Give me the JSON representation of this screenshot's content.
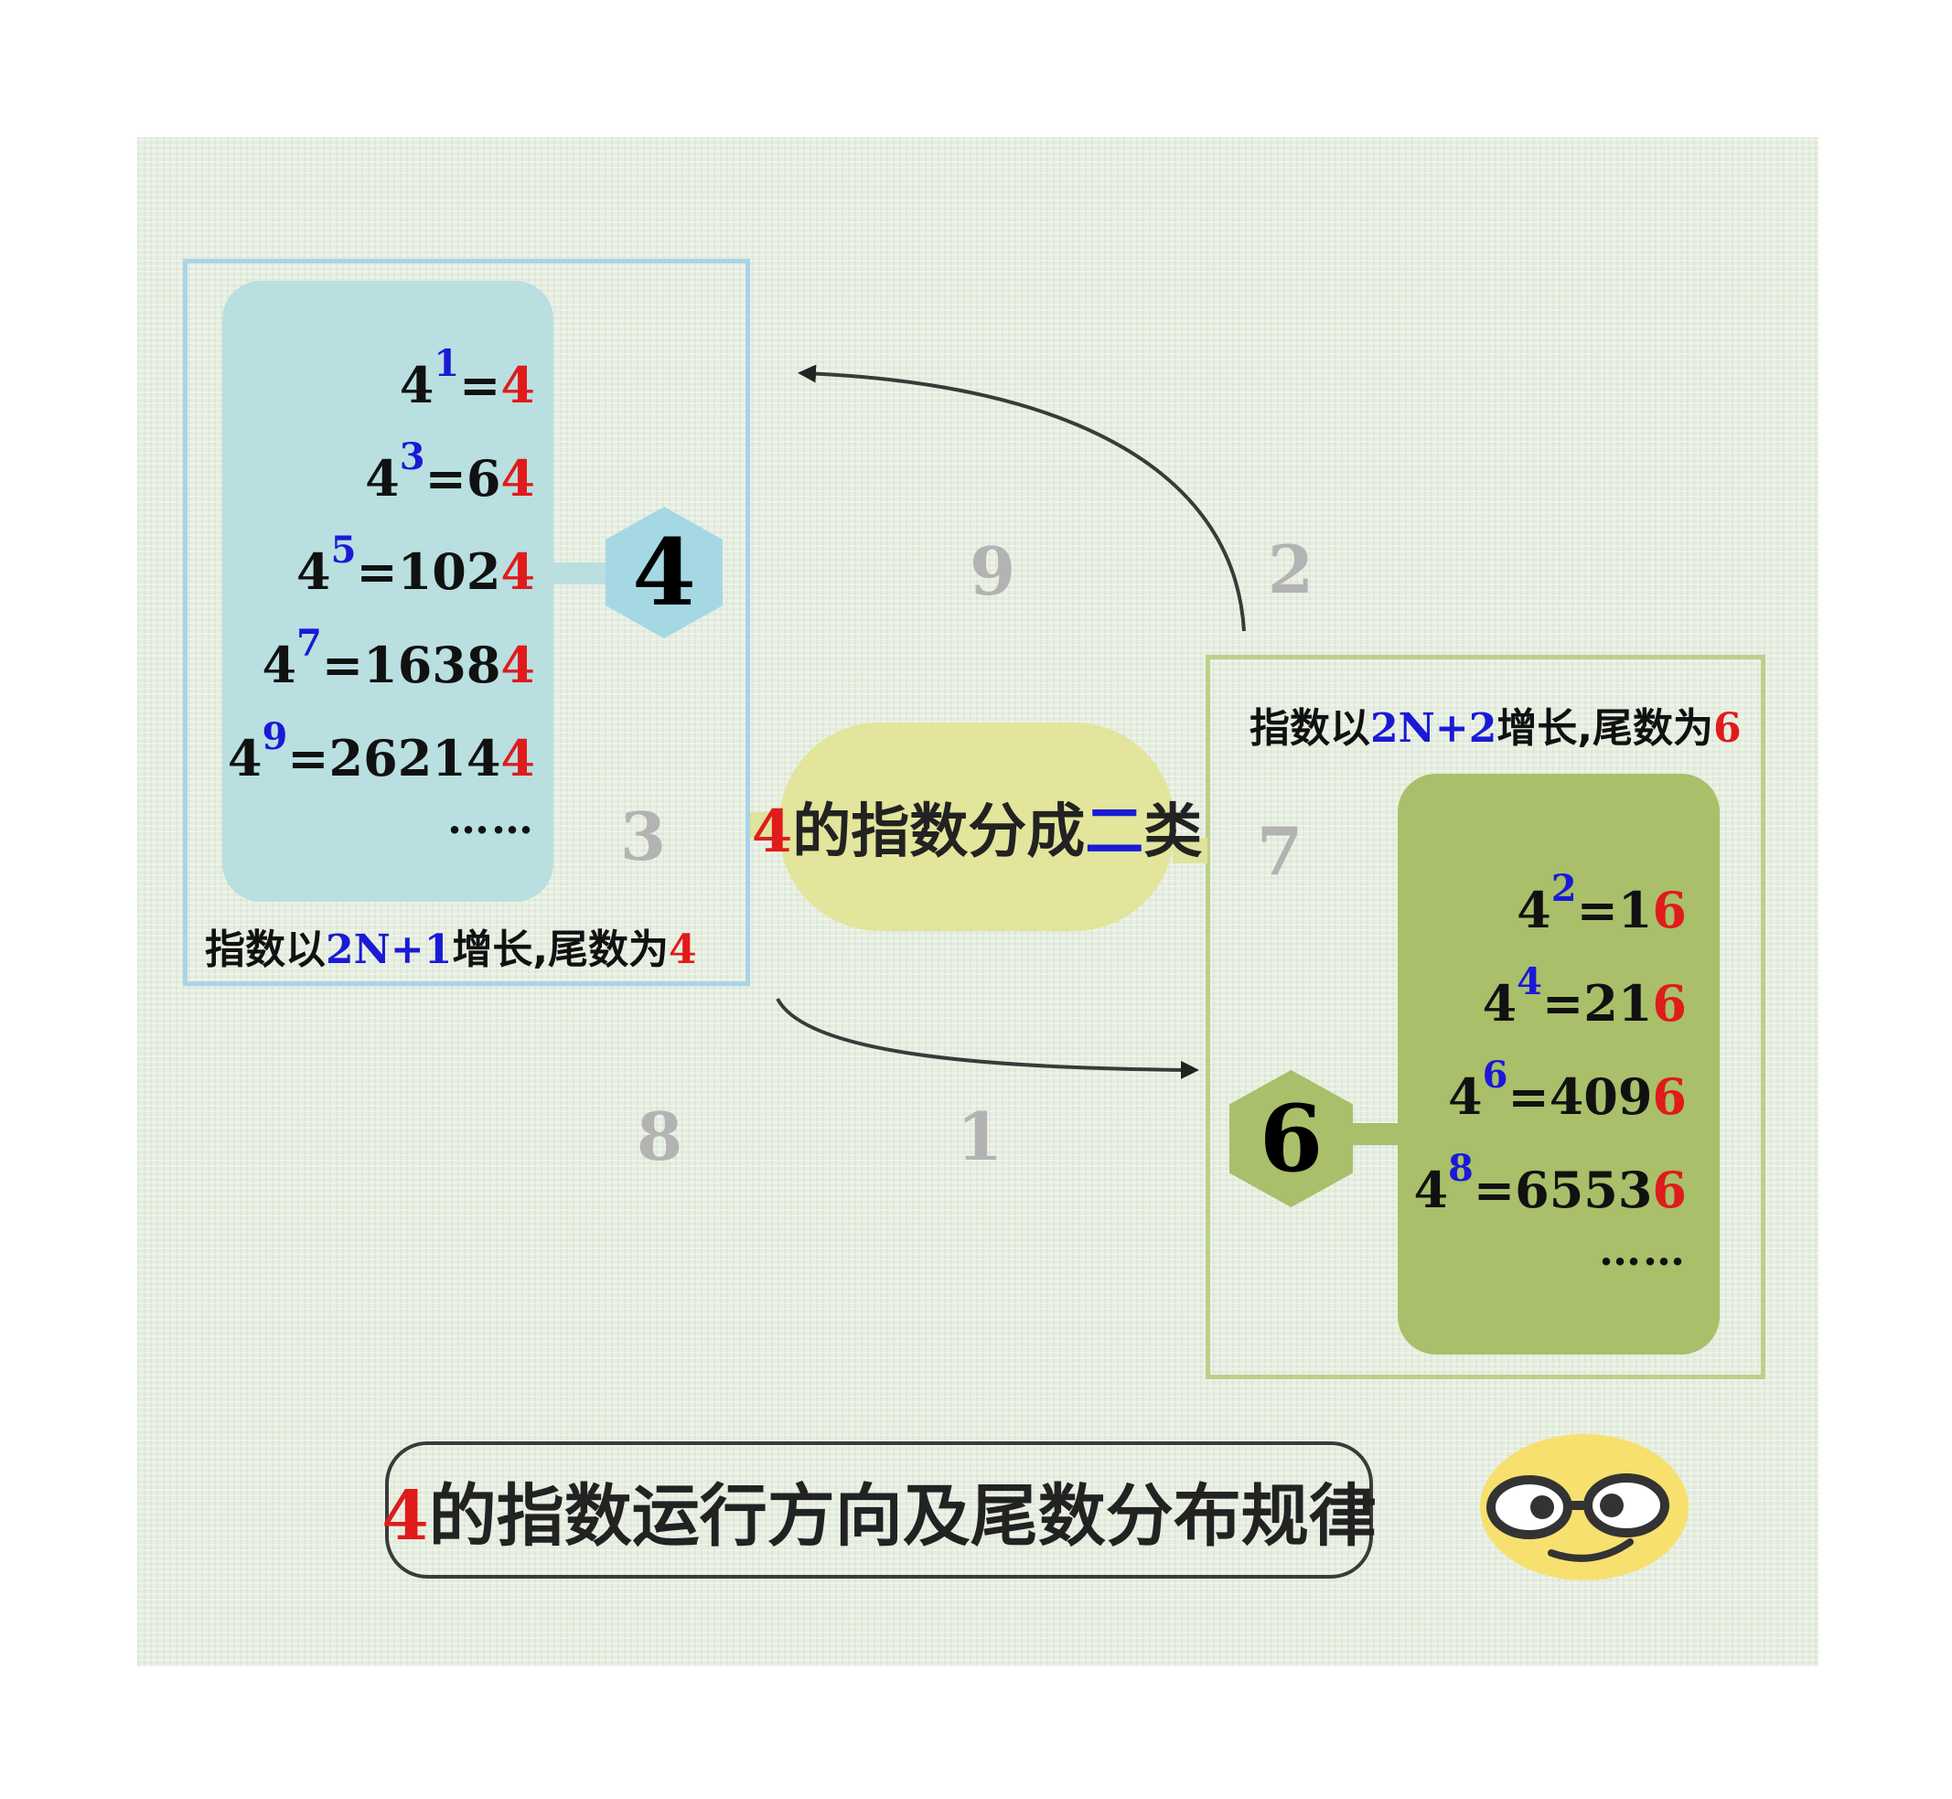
{
  "left_group": {
    "equations": [
      {
        "base": "4",
        "exp": "1",
        "eq": "=",
        "body": "",
        "tail": "4"
      },
      {
        "base": "4",
        "exp": "3",
        "eq": "=",
        "body": "6",
        "tail": "4"
      },
      {
        "base": "4",
        "exp": "5",
        "eq": "=",
        "body": "102",
        "tail": "4"
      },
      {
        "base": "4",
        "exp": "7",
        "eq": "=",
        "body": "1638",
        "tail": "4"
      },
      {
        "base": "4",
        "exp": "9",
        "eq": "=",
        "body": "26214",
        "tail": "4"
      }
    ],
    "ellipsis": "……",
    "hex_digit": "4",
    "caption": {
      "pre": "指数以",
      "rule": "2N+1",
      "mid": "增长,尾数为",
      "tail": "4"
    }
  },
  "right_group": {
    "equations": [
      {
        "base": "4",
        "exp": "2",
        "eq": "=",
        "body": "1",
        "tail": "6"
      },
      {
        "base": "4",
        "exp": "4",
        "eq": "=",
        "body": "21",
        "tail": "6"
      },
      {
        "base": "4",
        "exp": "6",
        "eq": "=",
        "body": "409",
        "tail": "6"
      },
      {
        "base": "4",
        "exp": "8",
        "eq": "=",
        "body": "6553",
        "tail": "6"
      }
    ],
    "ellipsis": "……",
    "hex_digit": "6",
    "caption": {
      "pre": "指数以",
      "rule": "2N+2",
      "mid": "增长,尾数为",
      "tail": "6"
    }
  },
  "center": {
    "lead": "4",
    "mid": "的指数分成",
    "accent": "二",
    "tail": "类"
  },
  "digits": {
    "d9": "9",
    "d2": "2",
    "d3": "3",
    "d7": "7",
    "d8": "8",
    "d1": "1"
  },
  "title": {
    "lead": "4",
    "text": "的指数运行方向及尾数分布规律"
  },
  "colors": {
    "tail_digit": "#e01b1b",
    "exponent": "#1a1ad6",
    "left_panel": "#b9dfe0",
    "right_panel": "#a9bf6a",
    "center_pill": "#e2e59b",
    "faded_digit": "#b3b3b3"
  },
  "icons": {
    "emoji": "nerd-face-icon",
    "arrows": [
      "curved-arrow-up-left-icon",
      "curved-arrow-down-right-icon"
    ]
  }
}
